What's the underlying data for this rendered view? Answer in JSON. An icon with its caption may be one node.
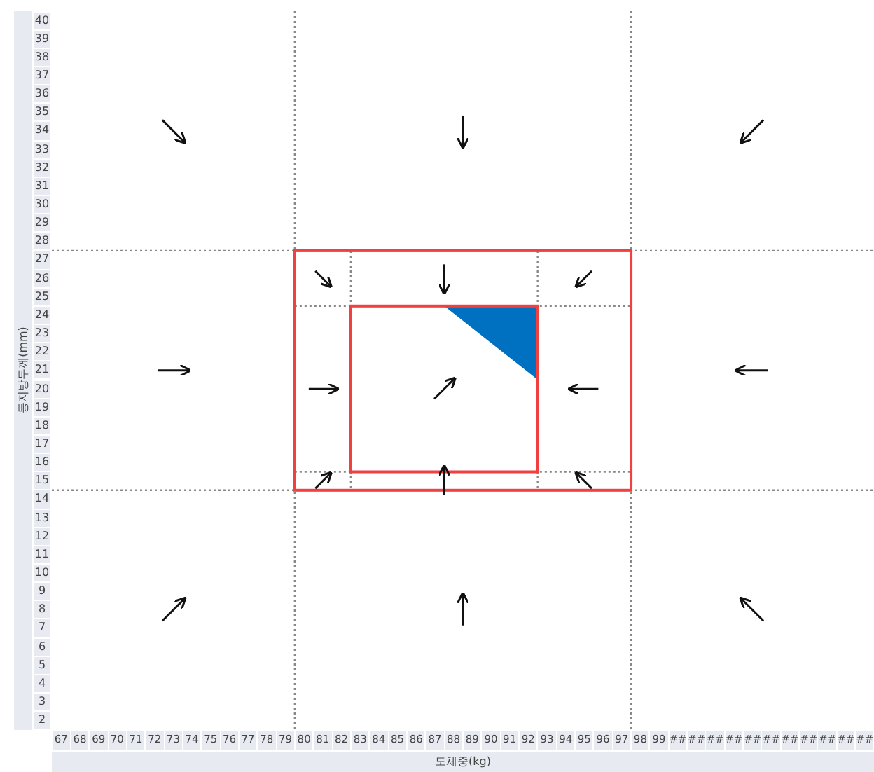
{
  "diagram": {
    "labels": [
      "등지방두께(mm)",
      "40",
      "39",
      "38",
      "37",
      "36",
      "35",
      "34",
      "33",
      "32",
      "31",
      "30",
      "29",
      "28",
      "27",
      "26",
      "25",
      "24",
      "23",
      "22",
      "21",
      "20",
      "19",
      "18",
      "17",
      "16",
      "15",
      "14",
      "13",
      "12",
      "11",
      "10",
      "9",
      "8",
      "7",
      "6",
      "5",
      "4",
      "3",
      "2",
      "67",
      "68",
      "69",
      "70",
      "71",
      "72",
      "73",
      "74",
      "75",
      "76",
      "77",
      "78",
      "79",
      "80",
      "81",
      "82",
      "83",
      "84",
      "85",
      "86",
      "87",
      "88",
      "89",
      "90",
      "91",
      "92",
      "93",
      "94",
      "95",
      "96",
      "97",
      "98",
      "99",
      "##",
      "##",
      "##",
      "##",
      "##",
      "##",
      "##",
      "##",
      "##",
      "##",
      "##",
      "도체중(kg)"
    ]
  }
}
